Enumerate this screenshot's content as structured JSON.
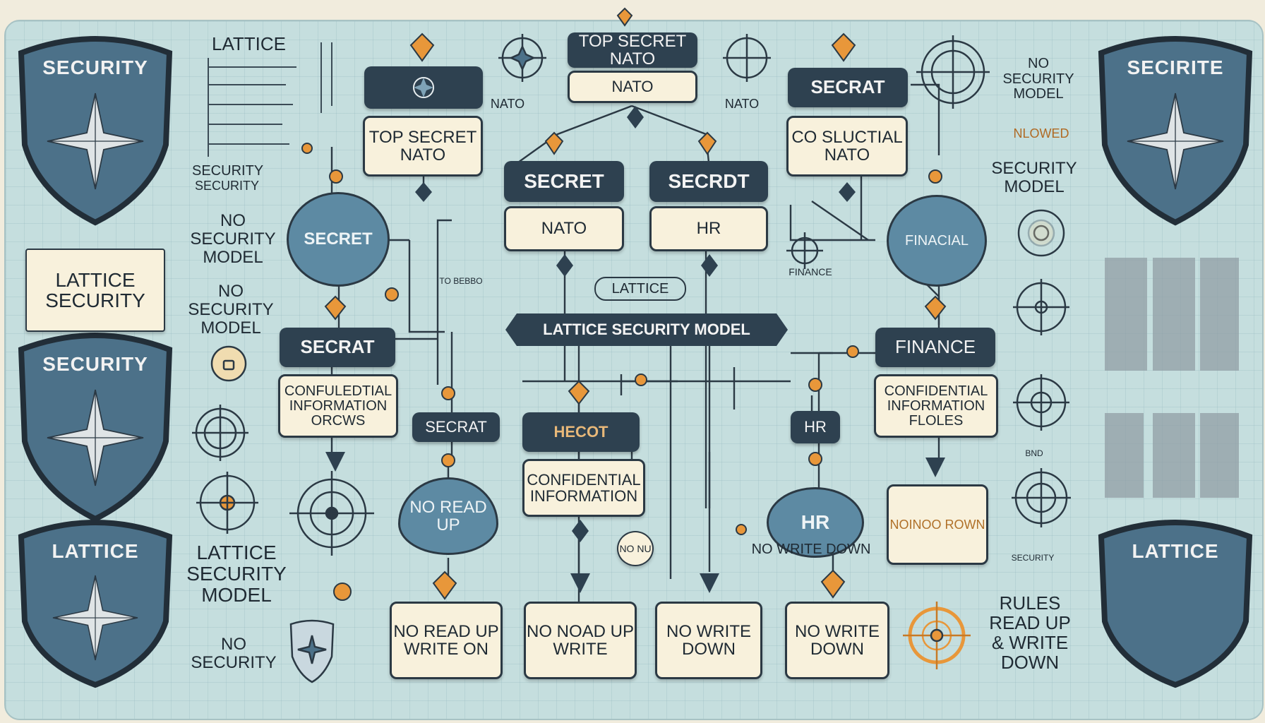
{
  "title": "LATTICE SECURITY MODEL",
  "badges": {
    "top_left": "SECURITY",
    "mid_left": "SECURITY",
    "bottom_left": "LATTICE",
    "top_right": "SECIRITE",
    "bottom_right": "LATTICE"
  },
  "left_column": {
    "lattice_header": "LATTICE",
    "security_1": "SECURITY",
    "security_2": "SECURITY",
    "no_security_model_1": "NO SECURITY MODEL",
    "lattice_security_box": "LATTICE SECURITY",
    "no_security_model_2": "NO SECURITY MODEL",
    "lattice_security_model": "LATTICE SECURITY MODEL",
    "no_security": "NO SECURITY"
  },
  "right_column": {
    "no_security_model": "NO SECURITY MODEL",
    "nlowed": "NLOWED",
    "security_model": "SECURITY MODEL",
    "rules": "RULES READ UP & WRITE DOWN",
    "small_note_1": "BND",
    "small_note_2": "SECURITY"
  },
  "nodes": {
    "top_secret_nato_top": "TOP SECRET NATO",
    "nato_sub_top": "NATO",
    "compass_box": "",
    "top_secret_nato_left": "TOP SECRET NATO",
    "secrat_top_right": "SECRAT",
    "co_sluctial_nato": "CO SLUCTIAL NATO",
    "secret_dark": "SECRET",
    "secrdt_dark": "SECRDT",
    "nato_box": "NATO",
    "hr_box": "HR",
    "secret_circle": "SECRET",
    "finacial_circle": "FINACIAL",
    "lattice_mid": "LATTICE",
    "finance_label": "FINANCE",
    "secrat_left": "SECRAT",
    "finance_right": "FINANCE",
    "conf_info_left": "CONFULEDTIAL INFORMATION ORCWS",
    "conf_info_right": "CONFIDENTIAL INFORMATION FLOLES",
    "secrat_small": "SECRAT",
    "hecot": "HECOT",
    "hr_small": "HR",
    "confidential_info_center": "CONFIDENTIAL INFORMATION",
    "no_read_up_circle": "NO READ UP",
    "hr_circle": "HR",
    "no_write_down_label": "NO WRITE DOWN",
    "noinoo_box": "NOINOO ROWN",
    "no_nu": "NO NU",
    "nato_label_left": "NATO",
    "nato_label_right": "NATO",
    "no_reso": "TO BEBBO",
    "bottom_1": "NO READ UP WRITE ON",
    "bottom_2": "NO NOAD UP WRITE",
    "bottom_3": "NO WRITE DOWN",
    "bottom_4": "NO WRITE DOWN"
  },
  "colors": {
    "board": "#c5dede",
    "dark_node": "#2e4150",
    "cream_node": "#f8f1dc",
    "circle_node": "#5d8aa3",
    "accent_orange": "#e8973a"
  }
}
